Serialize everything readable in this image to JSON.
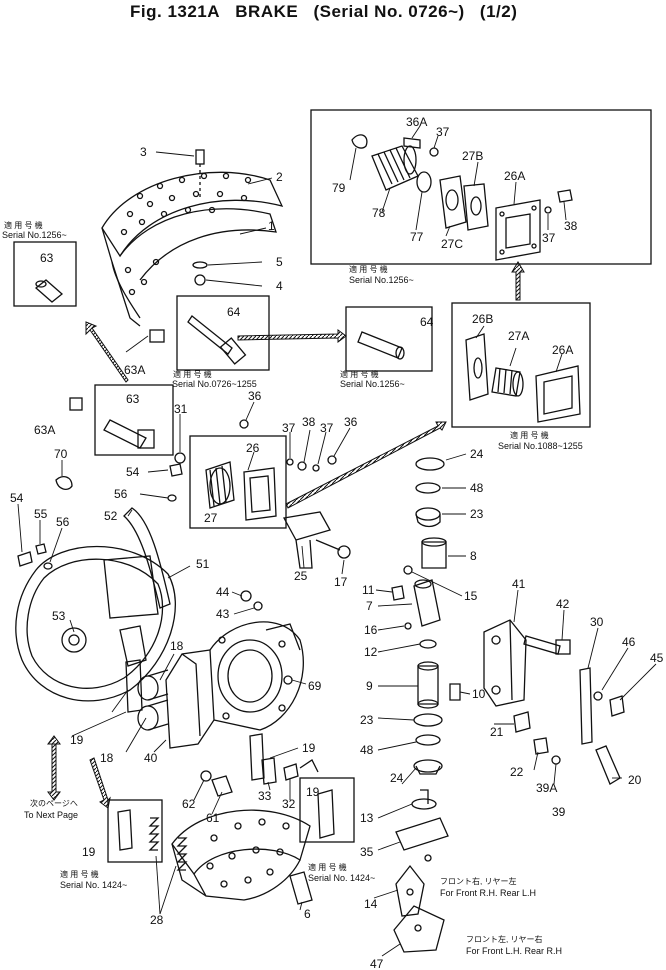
{
  "title": {
    "fig": "Fig. 1321A",
    "name": "BRAKE",
    "serial": "(Serial No. 0726~)",
    "page": "(1/2)"
  },
  "serial_labels": {
    "s1256_left": "Serial  No.1256~",
    "s1256_top": "Serial  No.1256~",
    "s0726_1255": "Serial  No.0726~1255",
    "s1256_mid": "Serial  No.1256~",
    "s1088_1255": "Serial  No.1088~1255",
    "s1424_left": "Serial  No. 1424~",
    "s1424_right": "Serial  No. 1424~",
    "applicable_jp": "適 用 号 機"
  },
  "notes": {
    "next_page_jp": "次のページへ",
    "next_page": "To Next Page",
    "front_rh_jp": "フロント右, リヤー左",
    "front_rh": "For Front R.H. Rear L.H",
    "front_lh_jp": "フロント左, リヤー右",
    "front_lh": "For Front L.H. Rear R.H"
  },
  "callouts": {
    "c3": "3",
    "c2": "2",
    "c1": "1",
    "c5": "5",
    "c4": "4",
    "c63_box": "63",
    "c64_box": "64",
    "c64_box2": "64",
    "c63A_top": "63A",
    "c63_box2": "63",
    "c63A": "63A",
    "c36A": "36A",
    "c37_top": "37",
    "c27B": "27B",
    "c26A_top": "26A",
    "c79": "79",
    "c78": "78",
    "c77": "77",
    "c27C": "27C",
    "c37_top2": "37",
    "c38_top": "38",
    "c26B": "26B",
    "c27A": "27A",
    "c26A_mid": "26A",
    "c31": "31",
    "c36_a": "36",
    "c26": "26",
    "c27": "27",
    "c37": "37",
    "c38": "38",
    "c37b": "37",
    "c36_b": "36",
    "c70": "70",
    "c54a": "54",
    "c56a": "56",
    "c52": "52",
    "c54b": "54",
    "c55": "55",
    "c56b": "56",
    "c51": "51",
    "c53": "53",
    "c24a": "24",
    "c48a": "48",
    "c23a": "23",
    "c8": "8",
    "c25": "25",
    "c17": "17",
    "c11": "11",
    "c15": "15",
    "c7": "7",
    "c16": "16",
    "c41": "41",
    "c42": "42",
    "c44": "44",
    "c43": "43",
    "c18a": "18",
    "c69": "69",
    "c12": "12",
    "c9": "9",
    "c10": "10",
    "c30": "30",
    "c46": "46",
    "c45": "45",
    "c21": "21",
    "c19a": "19",
    "c18b": "18",
    "c40": "40",
    "c23b": "23",
    "c48b": "48",
    "c22": "22",
    "c39A": "39A",
    "c39": "39",
    "c20": "20",
    "c19b": "19",
    "c62": "62",
    "c61": "61",
    "c33": "33",
    "c32": "32",
    "c24b": "24",
    "c19c": "19",
    "c19d": "19",
    "c13": "13",
    "c35": "35",
    "c28": "28",
    "c6": "6",
    "c14": "14",
    "c47": "47"
  }
}
